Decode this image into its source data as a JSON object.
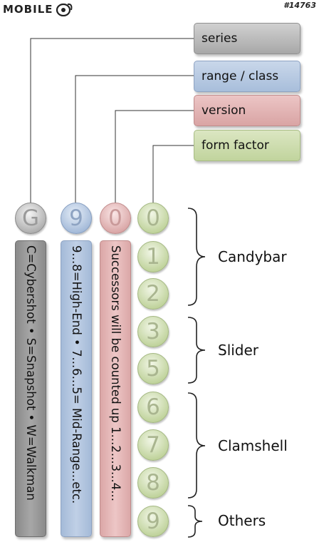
{
  "header": {
    "logo_text": "MOBILE",
    "id_tag": "#14763"
  },
  "labels": {
    "series": "series",
    "range_class": "range / class",
    "version": "version",
    "form_factor": "form factor"
  },
  "code_digits": [
    "G",
    "9",
    "0",
    "0"
  ],
  "columns": {
    "series": "C=Cybershot • S=Snapshot • W=Walkman",
    "range": "9...8=High-End • 7...6...5= Mid-Range...etc.",
    "version": "Successors will be counted up 1...2...3...4..."
  },
  "form_factor_digits": [
    "1",
    "2",
    "3",
    "5",
    "6",
    "7",
    "8",
    "9"
  ],
  "groups": {
    "candybar": "Candybar",
    "slider": "Slider",
    "clamshell": "Clamshell",
    "others": "Others"
  },
  "colors": {
    "series": "#a8a8a8",
    "range": "#a8bedb",
    "version": "#d9a4a4",
    "form_factor": "#c1d49d"
  }
}
